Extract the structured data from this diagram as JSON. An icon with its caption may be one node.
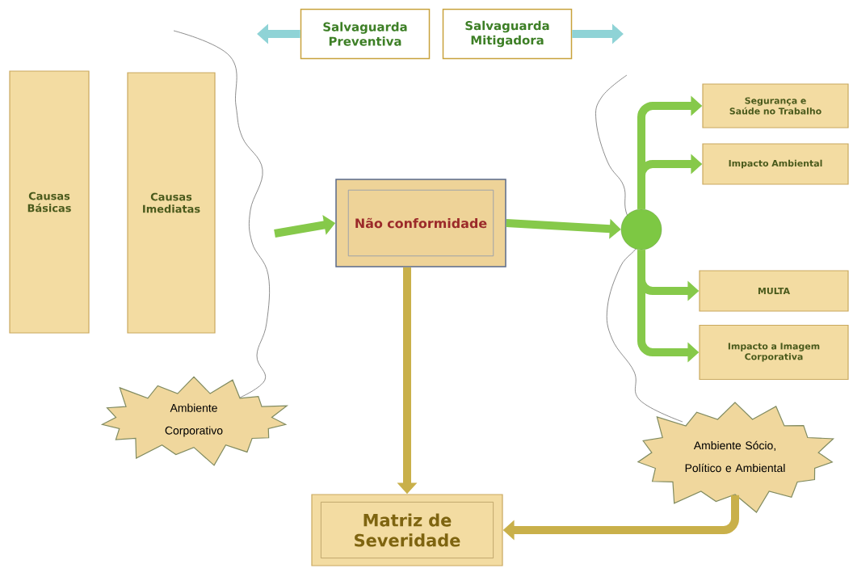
{
  "diagram": {
    "nodes": [
      {
        "text": [
          "Salvaguarda Preventiva"
        ]
      },
      {
        "text": [
          "Salvaguarda Mitigadora"
        ]
      },
      {
        "text": [
          "Causas Básicas"
        ]
      },
      {
        "text": [
          "Causas Imediatas"
        ]
      },
      {
        "text": [
          "Não conformidade"
        ]
      },
      {
        "text": [],
        "shape": "circle"
      },
      {
        "text": [
          "Segurança e Saúde no Trabalho"
        ]
      },
      {
        "text": [
          "Impacto Ambiental"
        ]
      },
      {
        "text": [
          "MULTA"
        ]
      },
      {
        "text": [
          "Impacto a Imagem Corporativa"
        ]
      },
      {
        "text": [
          "Ambiente Corporativo"
        ]
      },
      {
        "text": [
          "Ambiente Sócio, Político e Ambiental"
        ]
      },
      {
        "text": [
          "Matriz de Severidade"
        ]
      }
    ],
    "edges": [
      {
        "from": 0,
        "to": null,
        "arrow": "to",
        "color": "#8fd3d6"
      },
      {
        "from": 1,
        "to": null,
        "arrow": "to",
        "color": "#8fd3d6"
      },
      {
        "from": null,
        "to": 4,
        "arrow": "to"
      },
      {
        "from": 4,
        "to": 5,
        "arrow": "to"
      },
      {
        "from": 5,
        "to": 6,
        "arrow": "to"
      },
      {
        "from": 5,
        "to": 7,
        "arrow": "to"
      },
      {
        "from": 5,
        "to": 8,
        "arrow": "to"
      },
      {
        "from": 5,
        "to": 9,
        "arrow": "to"
      },
      {
        "from": 4,
        "to": 12,
        "arrow": "to",
        "color": "#c9b04a"
      },
      {
        "from": 11,
        "to": 12,
        "arrow": "to",
        "color": "#c9b04a"
      }
    ]
  }
}
